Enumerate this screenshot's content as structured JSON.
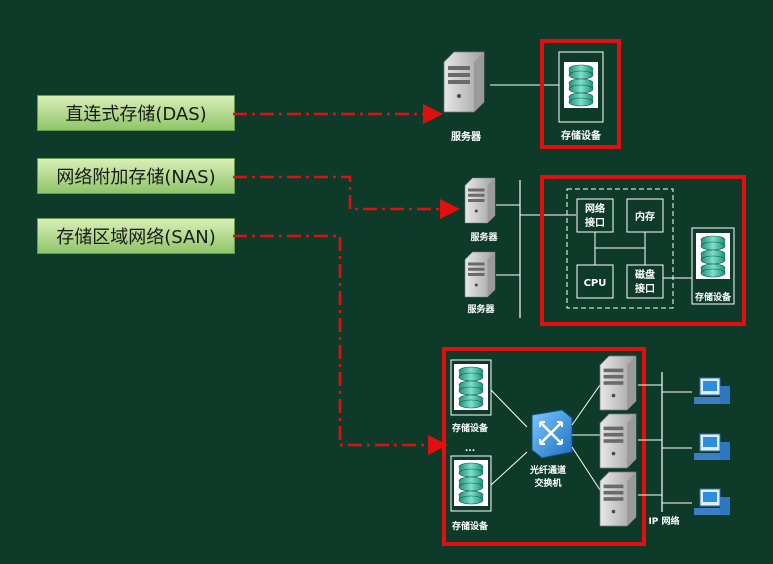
{
  "labels": {
    "das": "直连式存储(DAS)",
    "nas": "网络附加存储(NAS)",
    "san": "存储区域网络(SAN)"
  },
  "das": {
    "server": "服务器",
    "storage": "存储设备"
  },
  "nas": {
    "server1": "服务器",
    "server2": "服务器",
    "net_iface": [
      "网络",
      "接口"
    ],
    "memory": "内存",
    "cpu": "CPU",
    "disk_iface": [
      "磁盘",
      "接口"
    ],
    "storage": "存储设备"
  },
  "san": {
    "storage_top": "存储设备",
    "ellipsis": "...",
    "storage_bottom": "存储设备",
    "switch": [
      "光纤通道",
      "交换机"
    ],
    "ip_net": "IP 网络"
  },
  "colors": {
    "background": "#0e3a2a",
    "highlight": "#e01010",
    "arrow": "#e01010",
    "label_box": "#b3dc8e"
  }
}
